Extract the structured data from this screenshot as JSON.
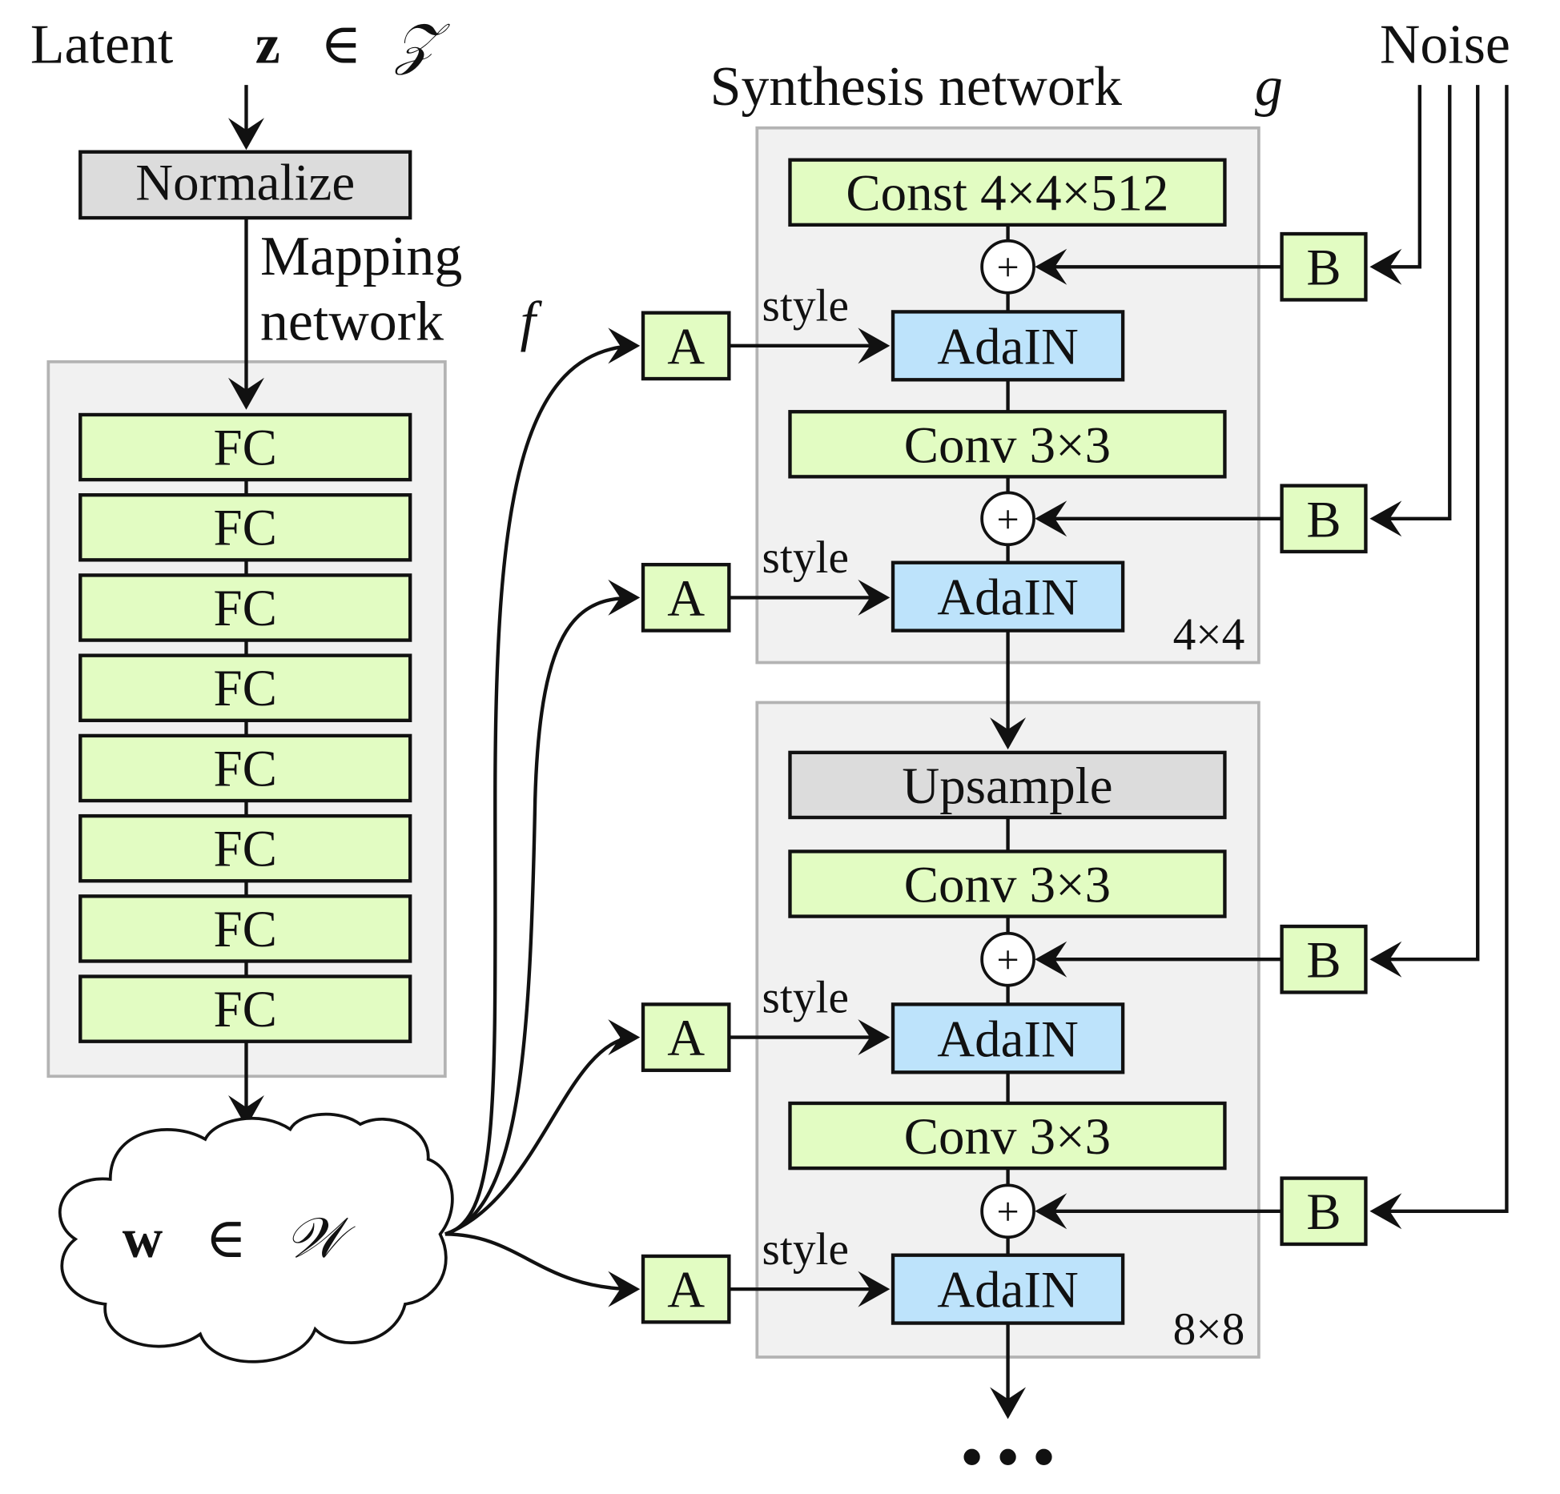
{
  "title_latent": "Latent",
  "latent_symbol": "z",
  "latent_element_of": "∈",
  "latent_space": "𝒵",
  "normalize_label": "Normalize",
  "mapping_label_line1": "Mapping",
  "mapping_label_line2": "network",
  "mapping_func": "f",
  "fc_layers": [
    "FC",
    "FC",
    "FC",
    "FC",
    "FC",
    "FC",
    "FC",
    "FC"
  ],
  "w_symbol": "w",
  "w_element_of": "∈",
  "w_space": "𝒲",
  "synthesis_label": "Synthesis network",
  "synthesis_func": "g",
  "noise_label": "Noise",
  "const_label": "Const 4×4×512",
  "adain_label": "AdaIN",
  "conv_label": "Conv 3×3",
  "upsample_label": "Upsample",
  "style_label": "style",
  "a_label": "A",
  "b_label": "B",
  "plus_glyph": "+",
  "block1_res": "4×4",
  "block2_res": "8×8",
  "continuation": "• • •",
  "colors": {
    "fc_green": "#e2fcc2",
    "adain_blue": "#bde3fb",
    "gray_block": "#dcdcdc",
    "panel_gray": "#f1f1f1"
  }
}
